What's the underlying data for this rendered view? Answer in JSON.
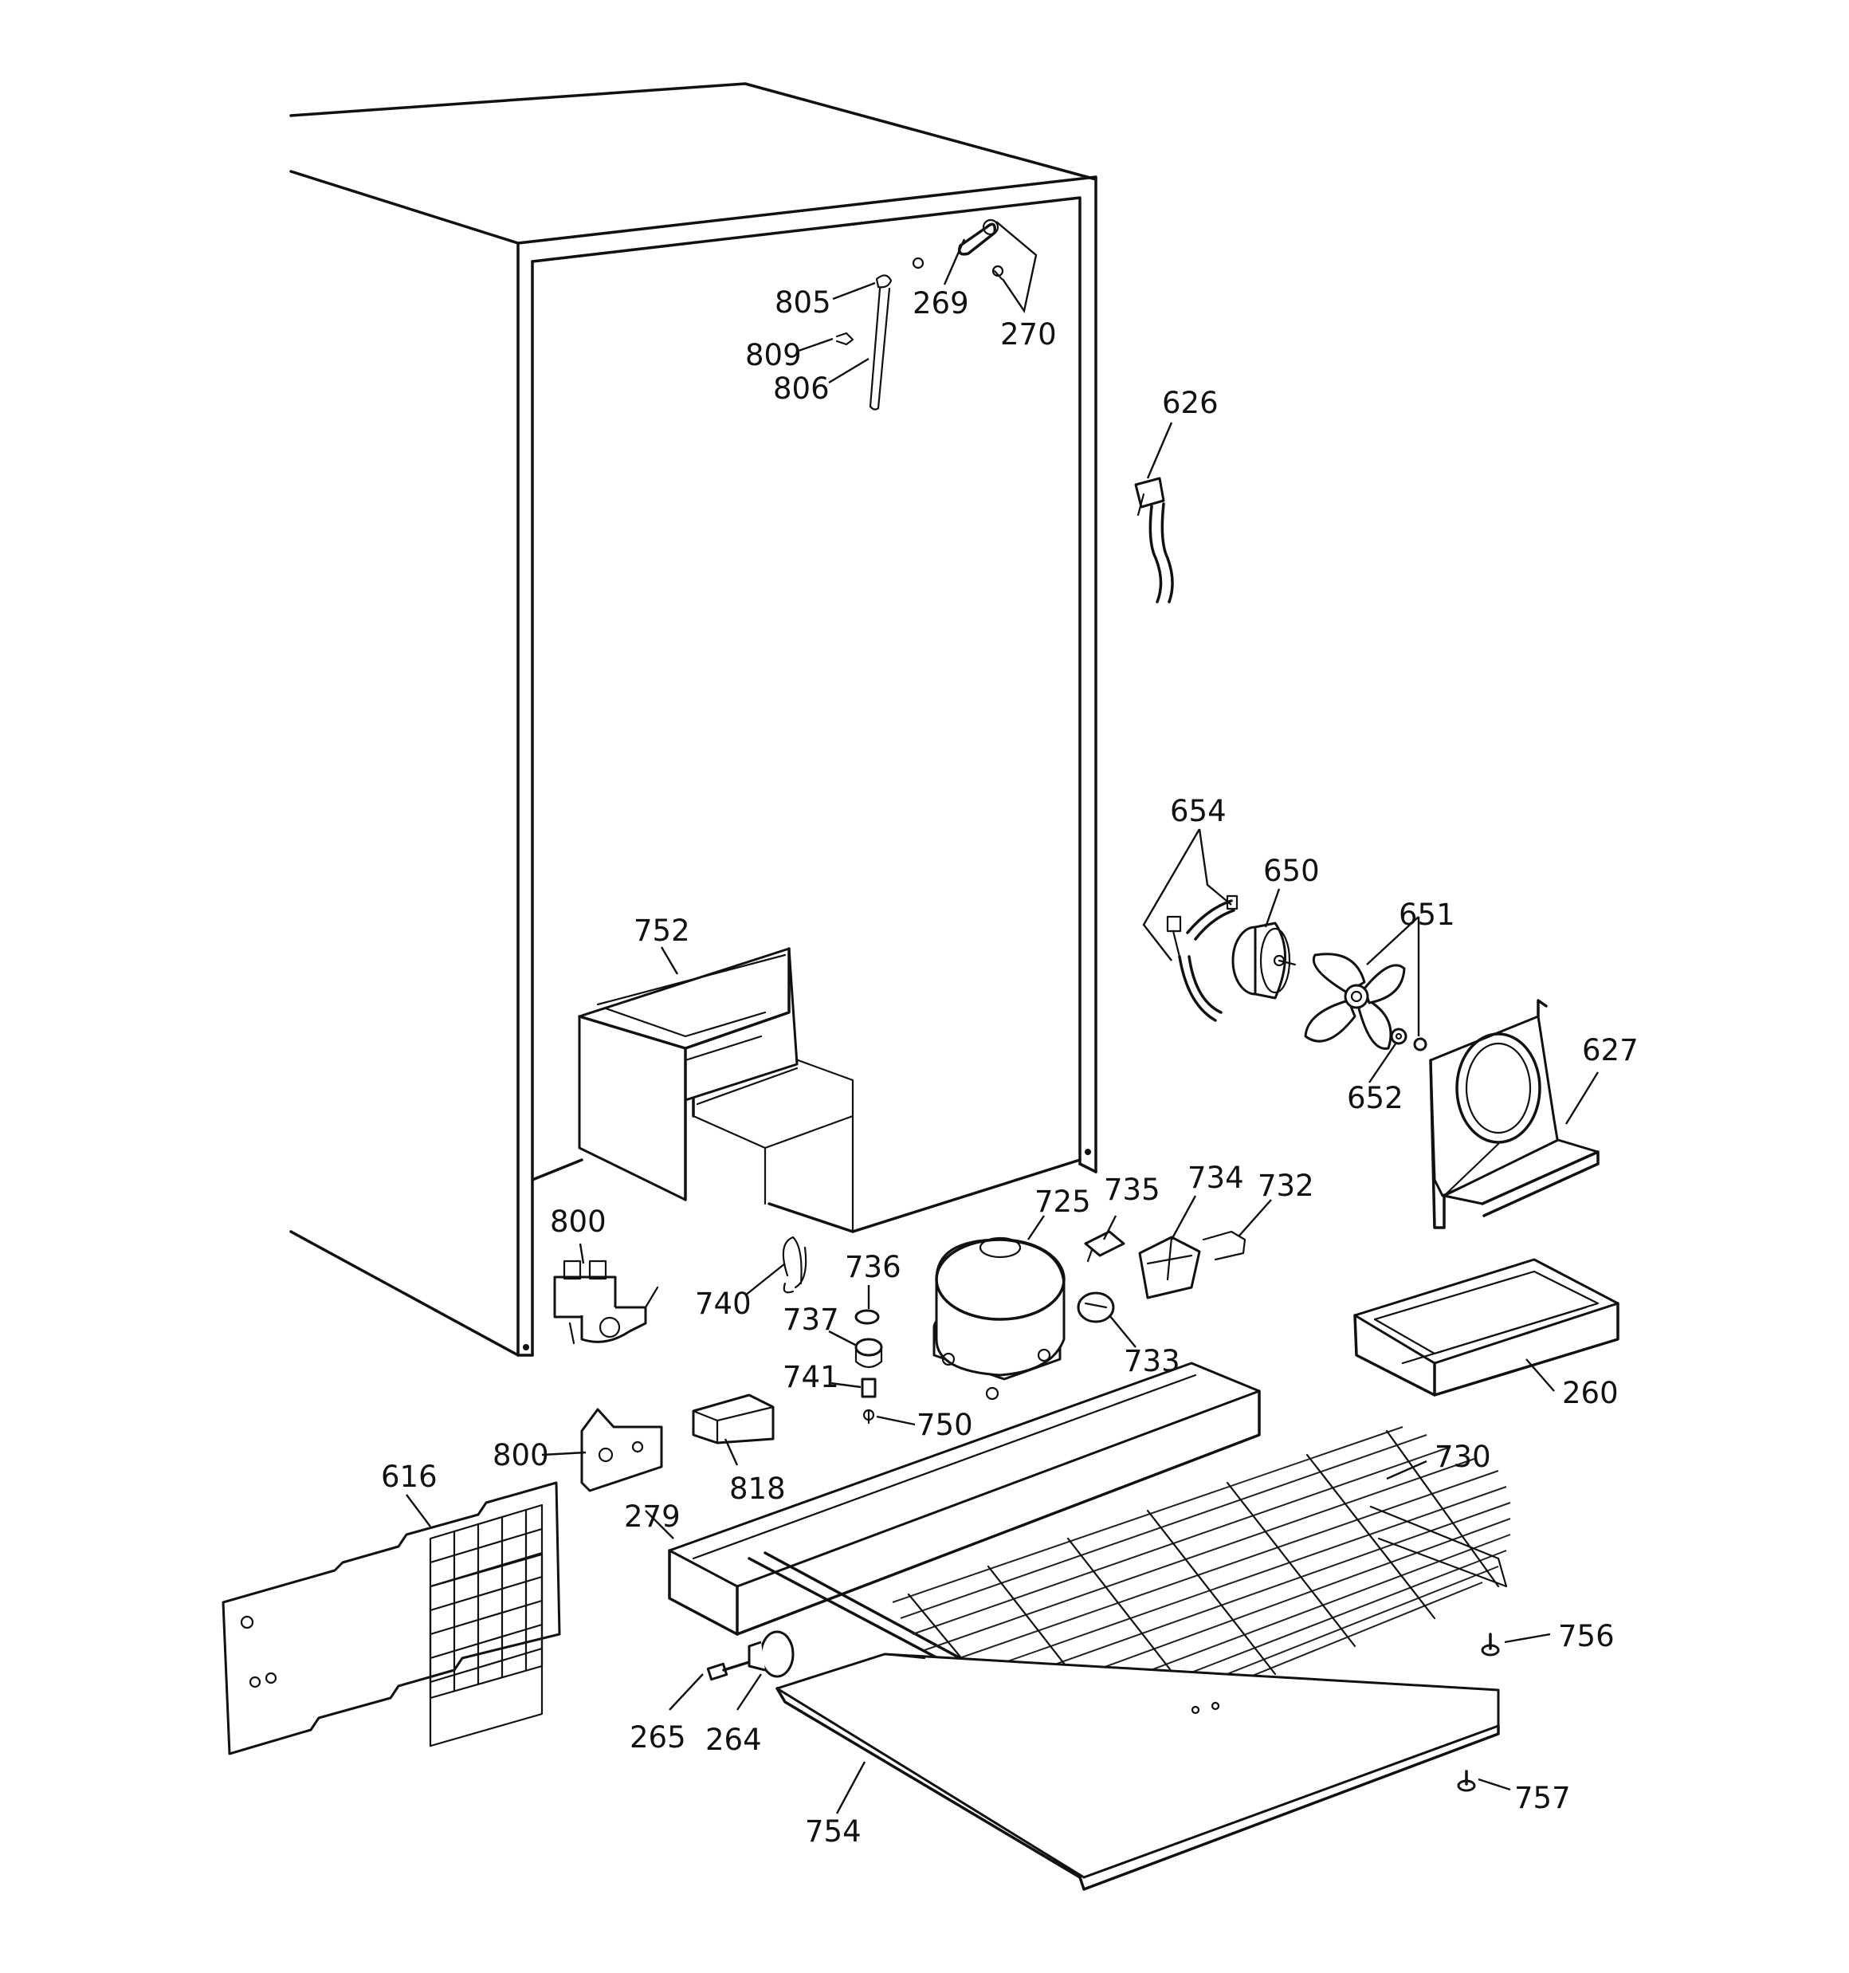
{
  "diagram": {
    "labels": {
      "p805": "805",
      "p269": "269",
      "p270": "270",
      "p809": "809",
      "p806": "806",
      "p626": "626",
      "p654": "654",
      "p650": "650",
      "p651": "651",
      "p627": "627",
      "p652": "652",
      "p752": "752",
      "p735": "735",
      "p734": "734",
      "p732": "732",
      "p725": "725",
      "p800a": "800",
      "p736": "736",
      "p740": "740",
      "p737": "737",
      "p733": "733",
      "p260": "260",
      "p741": "741",
      "p750": "750",
      "p800b": "800",
      "p730": "730",
      "p616": "616",
      "p818": "818",
      "p279": "279",
      "p756": "756",
      "p265": "265",
      "p264": "264",
      "p757": "757",
      "p754": "754"
    }
  }
}
